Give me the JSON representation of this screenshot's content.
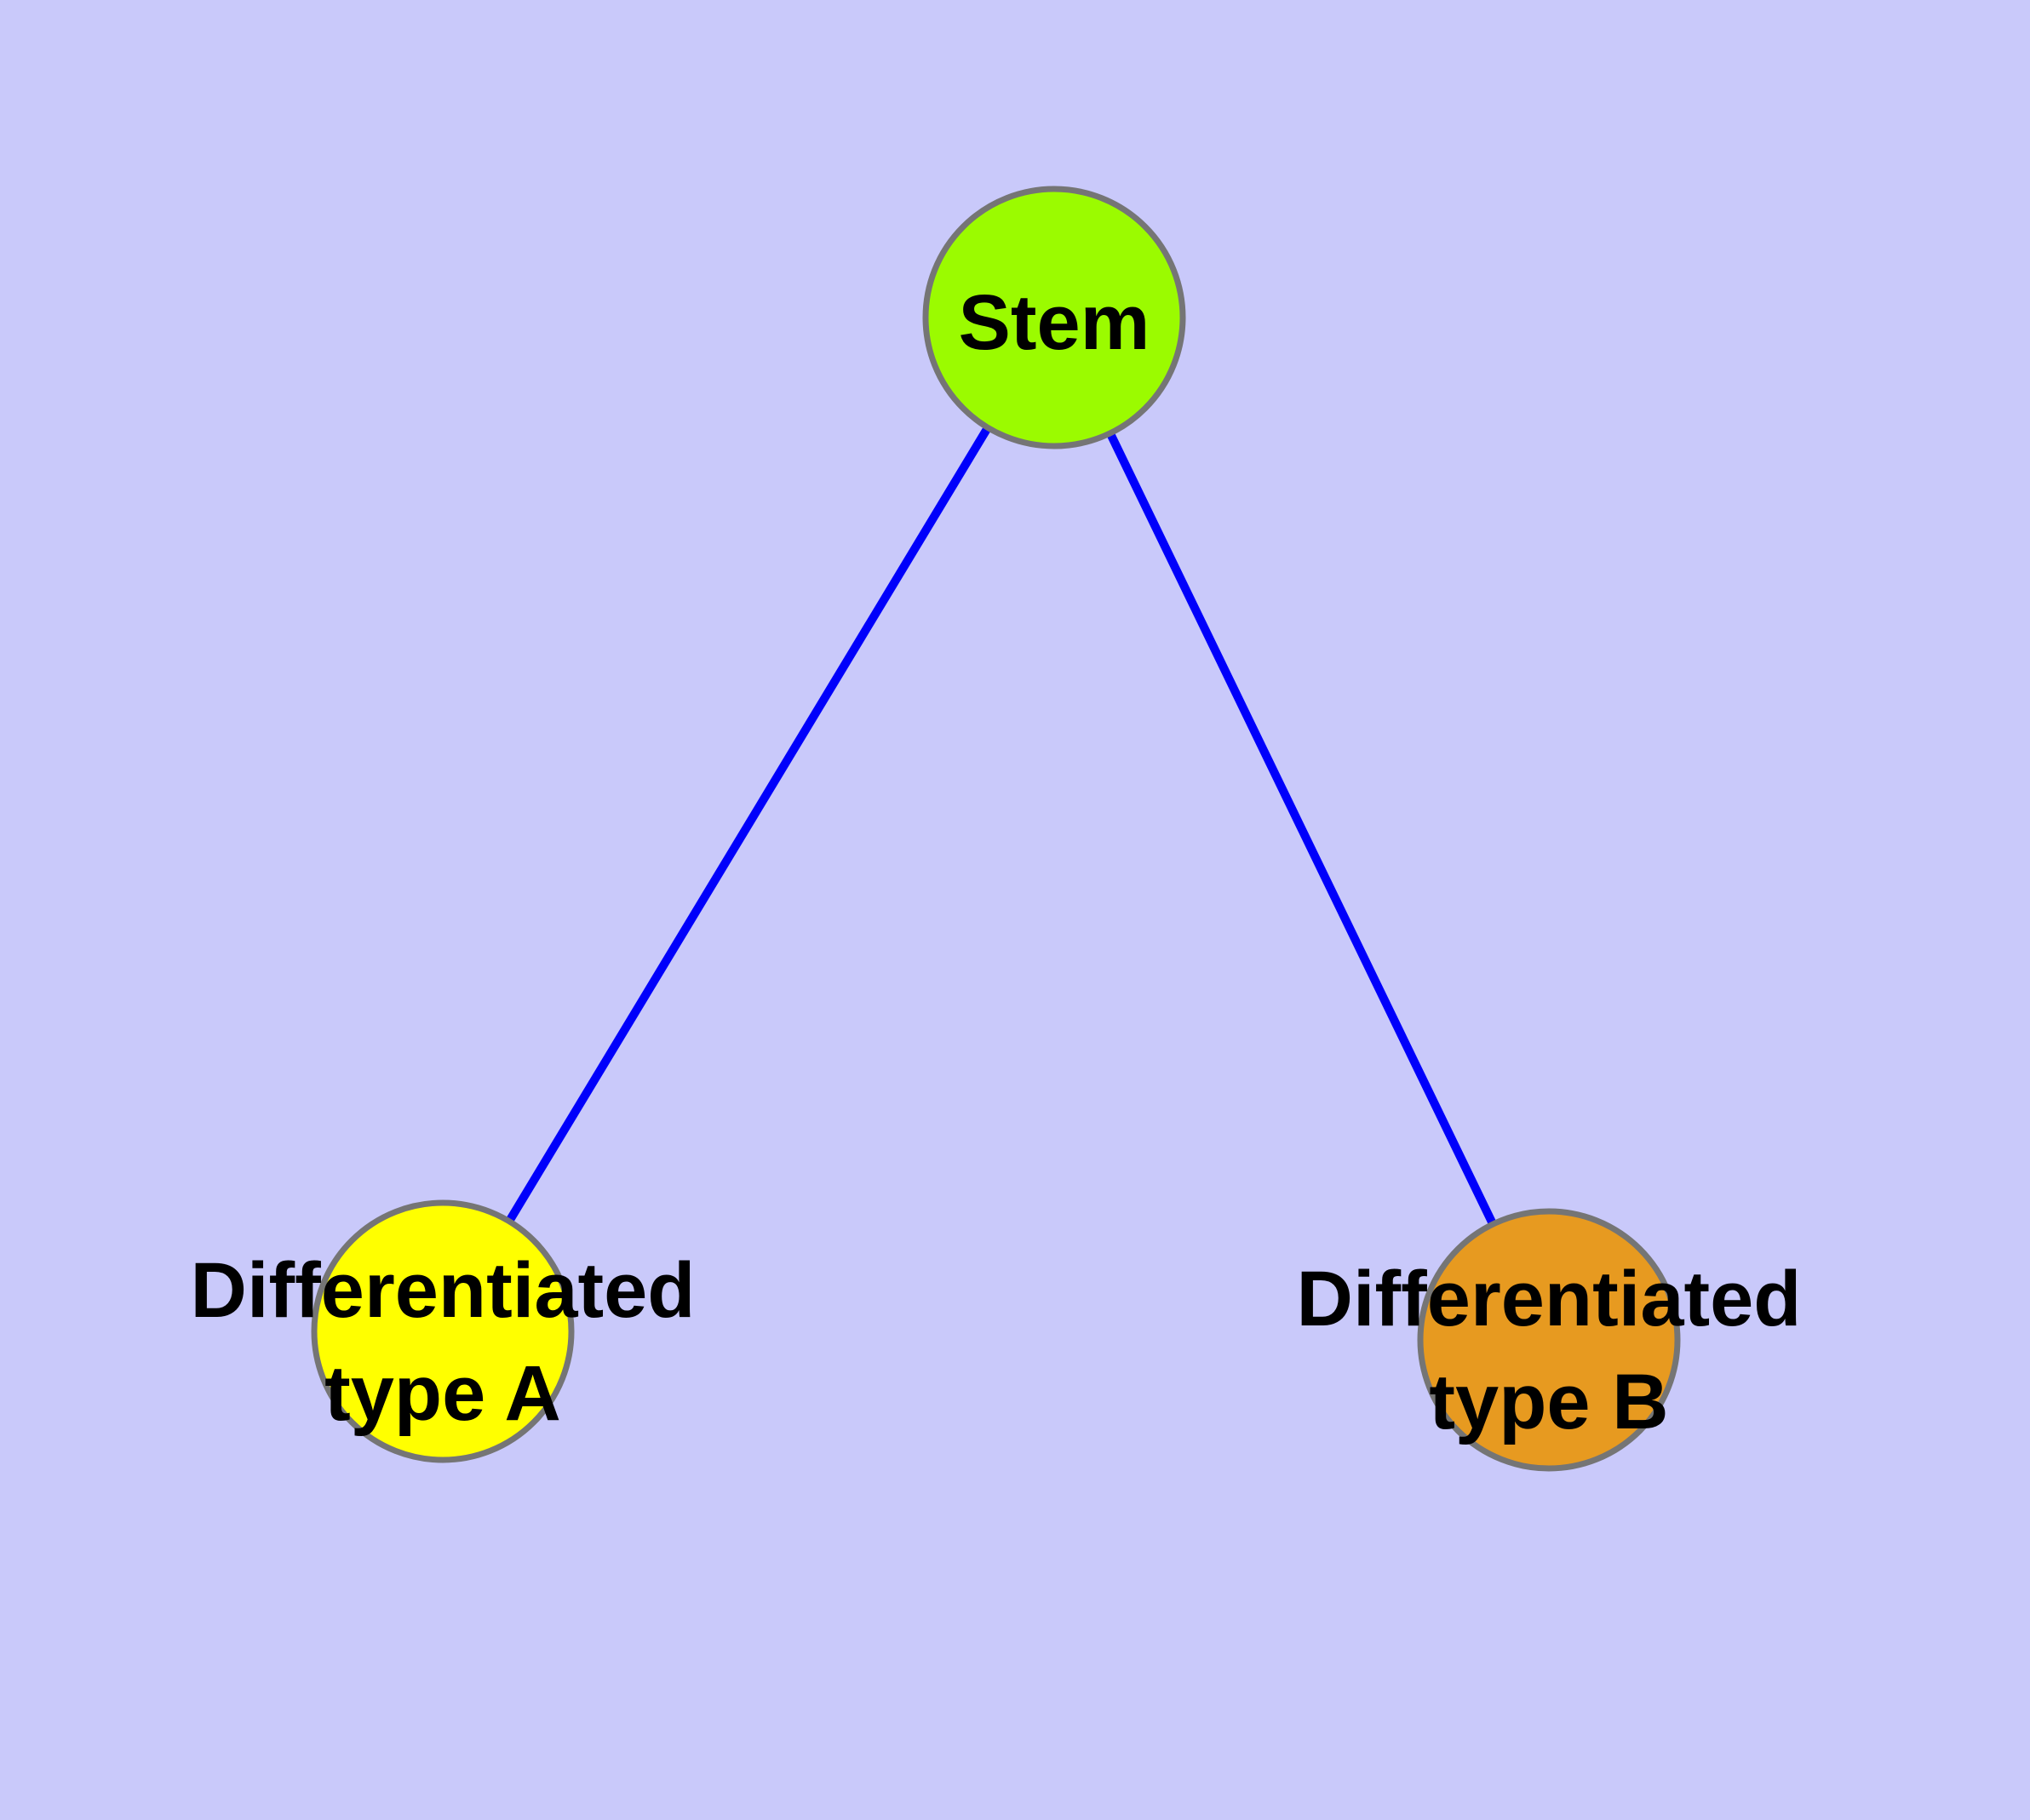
{
  "figure": {
    "kind": "node-link-graph-diagram",
    "background_color": "#c9c9fa",
    "node_border_color": "#757575",
    "edge_color": "#0000fb",
    "label_color": "#000000"
  },
  "graph": {
    "nodes": [
      {
        "id": "stem",
        "label": "Stem",
        "fill": "#9bfb00"
      },
      {
        "id": "differentiated-type-a",
        "label": "Differentiated type A",
        "label_line1": "Differentiated",
        "label_line2": "type A",
        "fill": "#ffff00"
      },
      {
        "id": "differentiated-type-b",
        "label": "Differentiated type B",
        "label_line1": "Differentiated",
        "label_line2": "type B",
        "fill": "#e79a20"
      }
    ],
    "edges": [
      {
        "from": "Stem",
        "to": "Differentiated type A"
      },
      {
        "from": "Stem",
        "to": "Differentiated type B"
      }
    ]
  }
}
